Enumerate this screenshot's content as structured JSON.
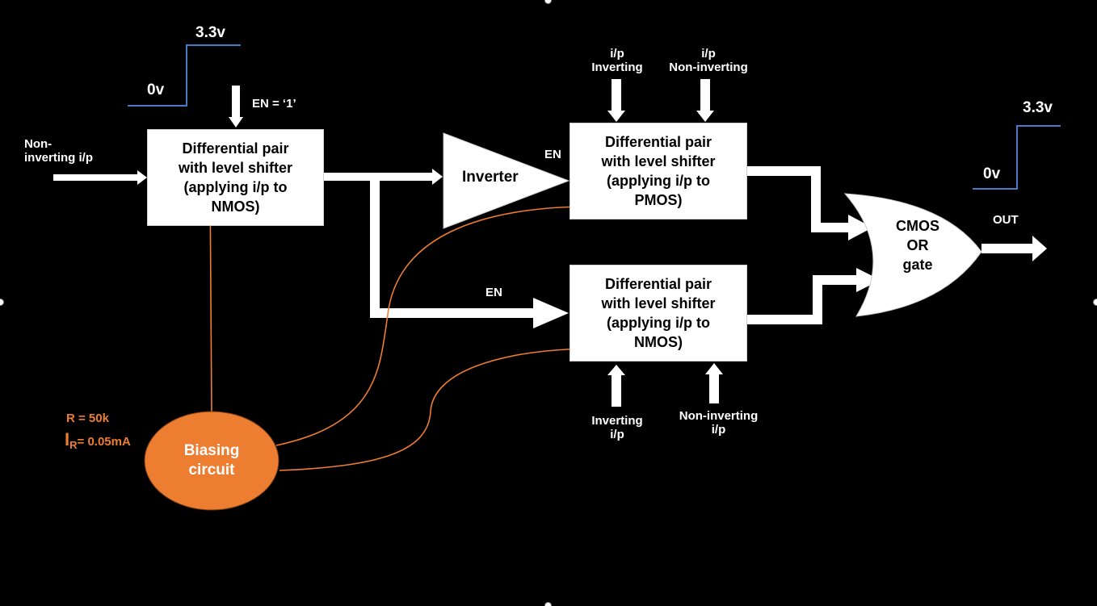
{
  "colors": {
    "background": "#000000",
    "block_fill": "#ffffff",
    "signal_line": "#4a7bc4",
    "bias_accent": "#ed7d31"
  },
  "waveform_left": {
    "high": "3.3v",
    "low": "0v"
  },
  "waveform_right": {
    "high": "3.3v",
    "low": "0v"
  },
  "en_top": "EN = ‘1’",
  "input_left": {
    "line1": "Non-",
    "line2": "inverting i/p"
  },
  "block_nmos_top": {
    "line1": "Differential pair",
    "line2": "with level shifter",
    "line3": "(applying i/p to",
    "line4": "NMOS)"
  },
  "inverter": {
    "label": "Inverter"
  },
  "en_inverter": "EN",
  "en_lower": "EN",
  "pmos_inputs": {
    "inverting": {
      "line1": "i/p",
      "line2": "Inverting"
    },
    "noninverting": {
      "line1": "i/p",
      "line2": "Non-inverting"
    }
  },
  "block_pmos": {
    "line1": "Differential pair",
    "line2": "with level shifter",
    "line3": "(applying i/p to",
    "line4": "PMOS)"
  },
  "block_nmos_bottom": {
    "line1": "Differential pair",
    "line2": "with level shifter",
    "line3": "(applying i/p to",
    "line4": "NMOS)"
  },
  "nmos_bottom_inputs": {
    "inverting": {
      "line1": "Inverting",
      "line2": "i/p"
    },
    "noninverting": {
      "line1": "Non-inverting",
      "line2": "i/p"
    }
  },
  "or_gate": {
    "line1": "CMOS",
    "line2": "OR",
    "line3": "gate"
  },
  "output": "OUT",
  "bias": {
    "label_line1": "Biasing",
    "label_line2": "circuit",
    "resistor": "R = 50k",
    "current_symbol": "I",
    "current_subscript": "R",
    "current_value": "= 0.05mA"
  }
}
